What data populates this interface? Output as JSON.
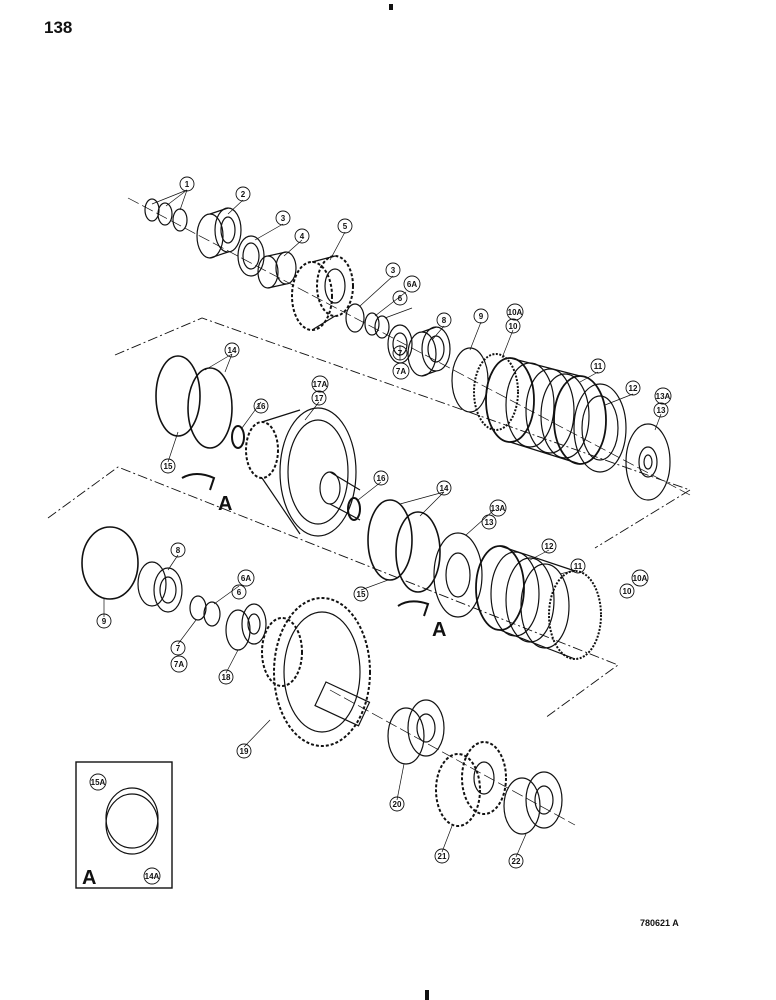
{
  "page_number": "138",
  "figure_code": "780621 A",
  "view_label": "A",
  "inset_label": "A",
  "colors": {
    "ink": "#111111",
    "paper": "#ffffff"
  },
  "callouts": [
    "1",
    "2",
    "3",
    "4",
    "5",
    "3",
    "6A",
    "6",
    "7",
    "7A",
    "8",
    "9",
    "10A",
    "10",
    "11",
    "12",
    "13A",
    "13",
    "14",
    "14",
    "15",
    "16",
    "17A",
    "17",
    "16",
    "14",
    "15",
    "13A",
    "13",
    "12",
    "11",
    "10A",
    "10",
    "8",
    "9",
    "6A",
    "6",
    "7",
    "7A",
    "18",
    "19",
    "20",
    "21",
    "22",
    "15A",
    "14A"
  ]
}
